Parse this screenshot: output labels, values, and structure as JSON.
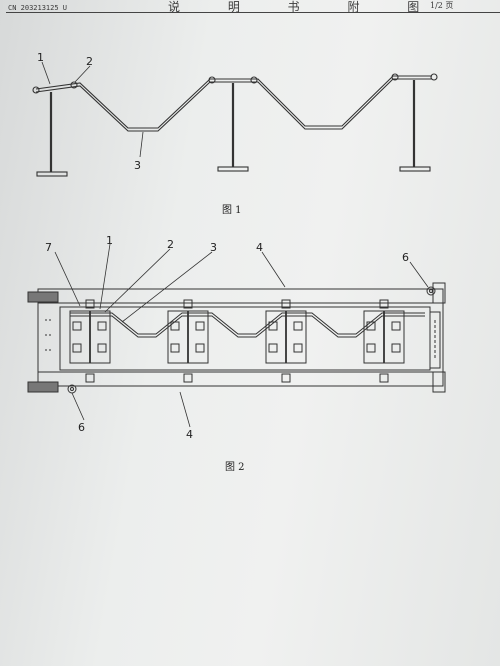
{
  "header": {
    "patent_number": "CN 203213125 U",
    "section_title": "说 明 书 附 图",
    "page_indicator": "1/2 页"
  },
  "figure1": {
    "caption": "图 1",
    "labels": [
      "1",
      "2",
      "3"
    ]
  },
  "figure2": {
    "caption": "图 2",
    "labels": [
      "7",
      "1",
      "2",
      "3",
      "4",
      "6",
      "6",
      "4"
    ]
  }
}
